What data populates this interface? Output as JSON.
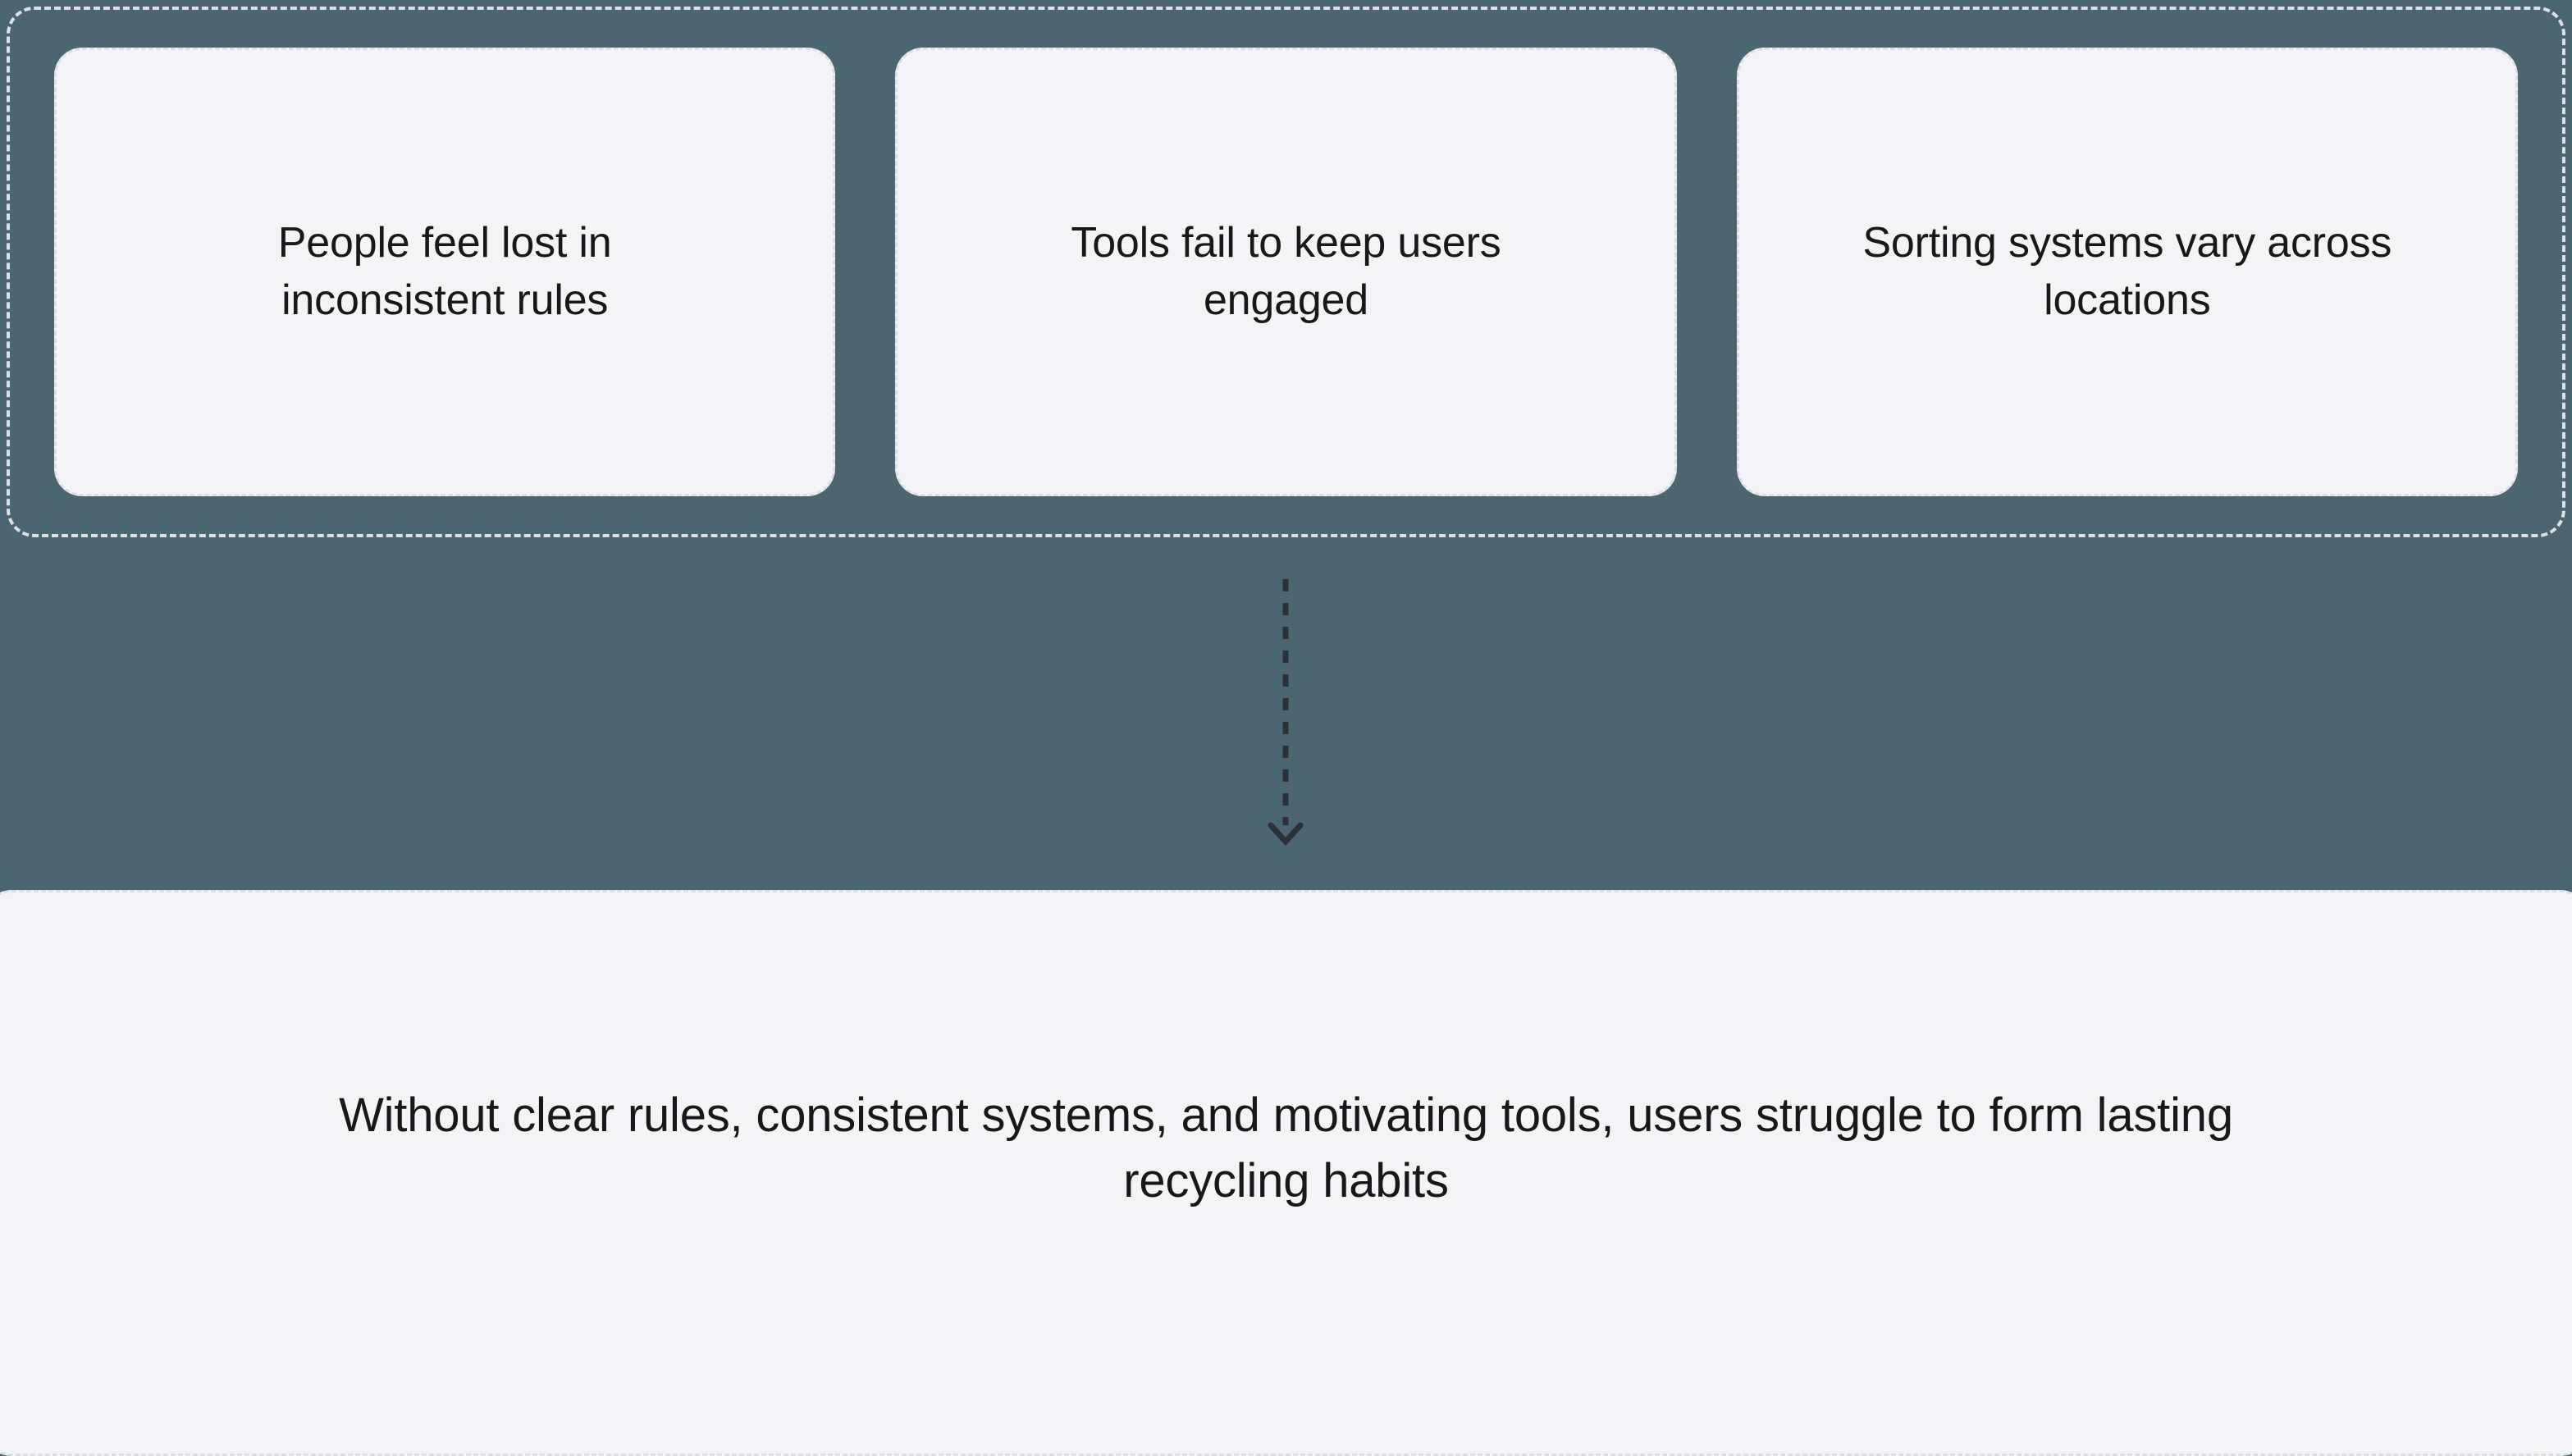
{
  "canvas": {
    "background_color": "#4B6670",
    "card_fill_color": "#F4F4F8",
    "dashed_border_color": "#DDE0E4",
    "text_color": "#18181B",
    "arrow_color": "#2B3134"
  },
  "problem_group": {
    "cards": [
      {
        "text": "People feel lost in inconsistent rules"
      },
      {
        "text": "Tools fail to keep users engaged"
      },
      {
        "text": "Sorting systems vary across locations"
      }
    ]
  },
  "connector": {
    "icon": "arrow-down-dashed",
    "direction": "down",
    "style": "dashed"
  },
  "conclusion": {
    "text": "Without clear rules, consistent systems, and motivating tools, users struggle to form lasting recycling habits"
  }
}
